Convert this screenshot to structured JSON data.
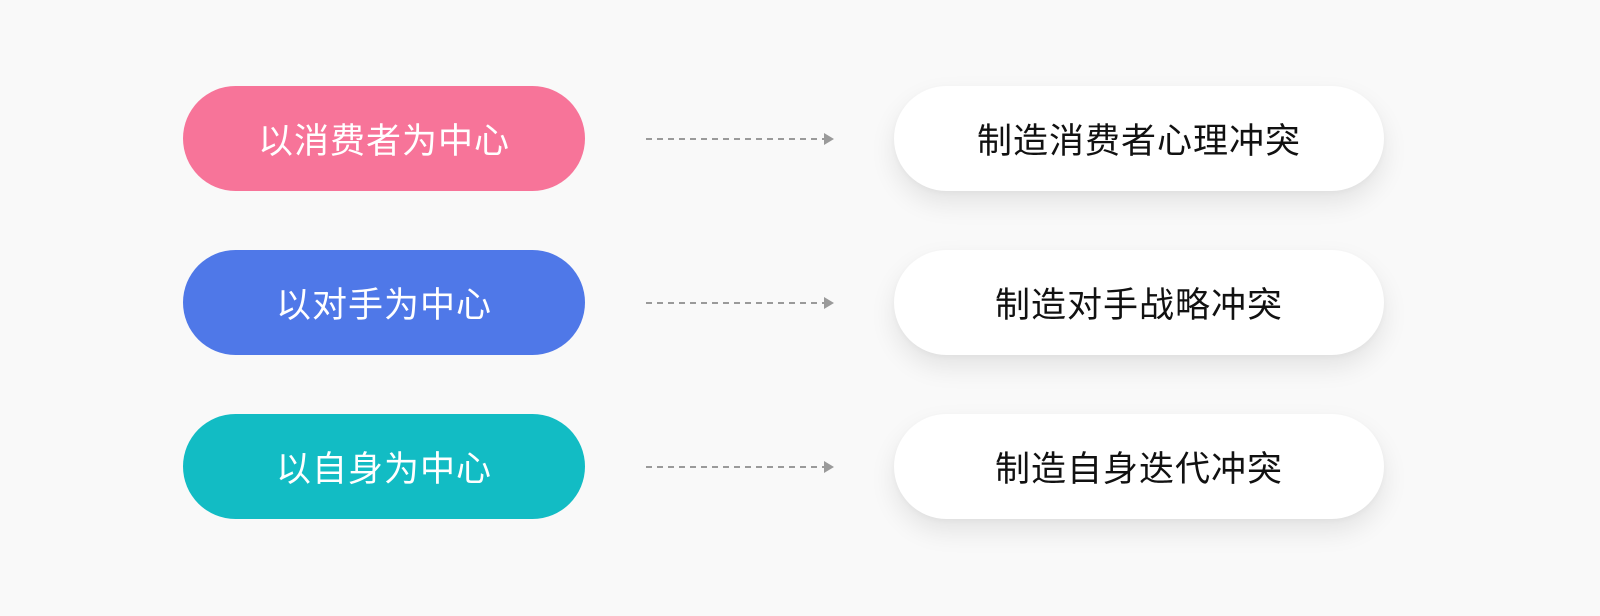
{
  "diagram": {
    "type": "mapping",
    "rows": [
      {
        "from": "以消费者为中心",
        "to": "制造消费者心理冲突",
        "color": "#f77499"
      },
      {
        "from": "以对手为中心",
        "to": "制造对手战略冲突",
        "color": "#4f78e8"
      },
      {
        "from": "以自身为中心",
        "to": "制造自身迭代冲突",
        "color": "#12bcc4"
      }
    ],
    "arrow_color": "#9a9a9a",
    "background": "#f9f9f9"
  }
}
